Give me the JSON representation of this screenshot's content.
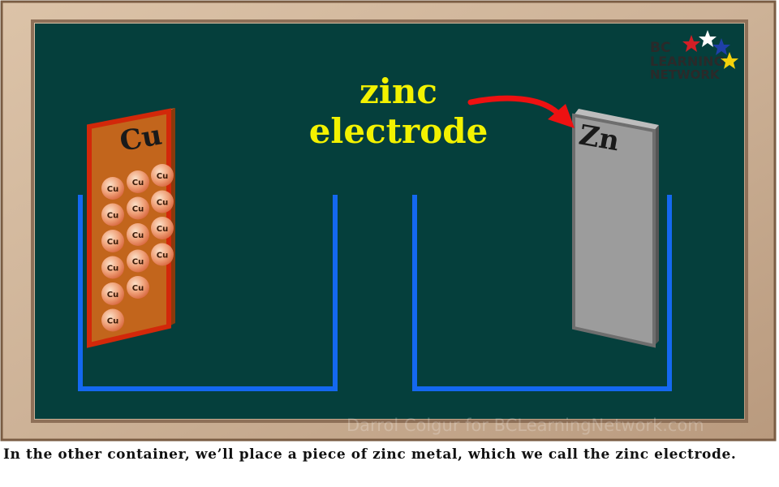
{
  "slide": {
    "label": {
      "line1": "zinc",
      "line2": "electrode"
    },
    "copper_electrode": {
      "symbol": "Cu",
      "atom_label": "Cu",
      "atoms": [
        {
          "col": 0,
          "row": 0
        },
        {
          "col": 0,
          "row": 1
        },
        {
          "col": 0,
          "row": 2
        },
        {
          "col": 0,
          "row": 3
        },
        {
          "col": 0,
          "row": 4
        },
        {
          "col": 0,
          "row": 5
        },
        {
          "col": 1,
          "row": 0
        },
        {
          "col": 1,
          "row": 1
        },
        {
          "col": 1,
          "row": 2
        },
        {
          "col": 1,
          "row": 3
        },
        {
          "col": 1,
          "row": 4
        },
        {
          "col": 2,
          "row": 0
        },
        {
          "col": 2,
          "row": 1
        },
        {
          "col": 2,
          "row": 2
        },
        {
          "col": 2,
          "row": 3
        }
      ]
    },
    "zinc_electrode": {
      "symbol": "Zn"
    },
    "logo": {
      "line1": "BC",
      "line2": "LEARNING",
      "line3": "NETWORK"
    },
    "credit": "Darrol Colgur for BCLearningNetwork.com"
  },
  "caption": "In the other container, we’ll place a piece of zinc metal, which we call the zinc electrode.",
  "colors": {
    "board": "#053f3c",
    "frame": "#cdb297",
    "container": "#1468f0",
    "copper_face": "#c2651c",
    "copper_edge": "#d2280a",
    "zinc_face": "#9c9c9c",
    "zinc_edge": "#6e6e6e",
    "arrow": "#ee1111",
    "label": "#f3f200"
  }
}
